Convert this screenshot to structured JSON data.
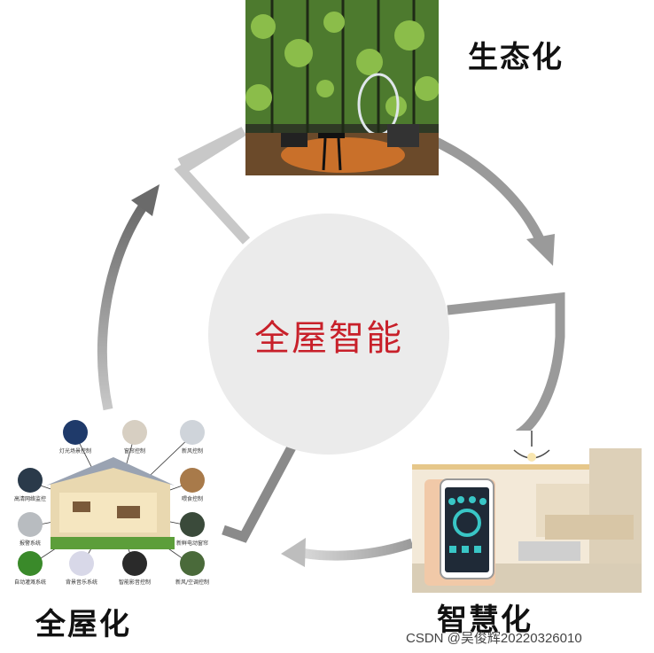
{
  "diagram": {
    "center_label": "全屋智能",
    "nodes": [
      {
        "id": "eco",
        "label": "生态化",
        "image": "vertical-garden-balcony-photo"
      },
      {
        "id": "smart",
        "label": "智慧化",
        "image": "smartphone-living-room-photo"
      },
      {
        "id": "whole",
        "label": "全屋化",
        "image": "smart-house-feature-diagram"
      }
    ],
    "house_features": [
      "灯光场景控制",
      "窗帘控制",
      "新风控制",
      "高清网络监控",
      "喂食控制",
      "报警系统",
      "新鲜电动窗帘",
      "自动灌溉系统",
      "背景音乐系统",
      "智能影音控制",
      "新风/空调控制"
    ],
    "colors": {
      "arrow": "#8f8f8f",
      "arrow_dark": "#6a6a6a",
      "center_circle": "#ebebeb",
      "center_text": "#c8202a"
    }
  },
  "watermark": "CSDN @吴俊辉20220326010"
}
